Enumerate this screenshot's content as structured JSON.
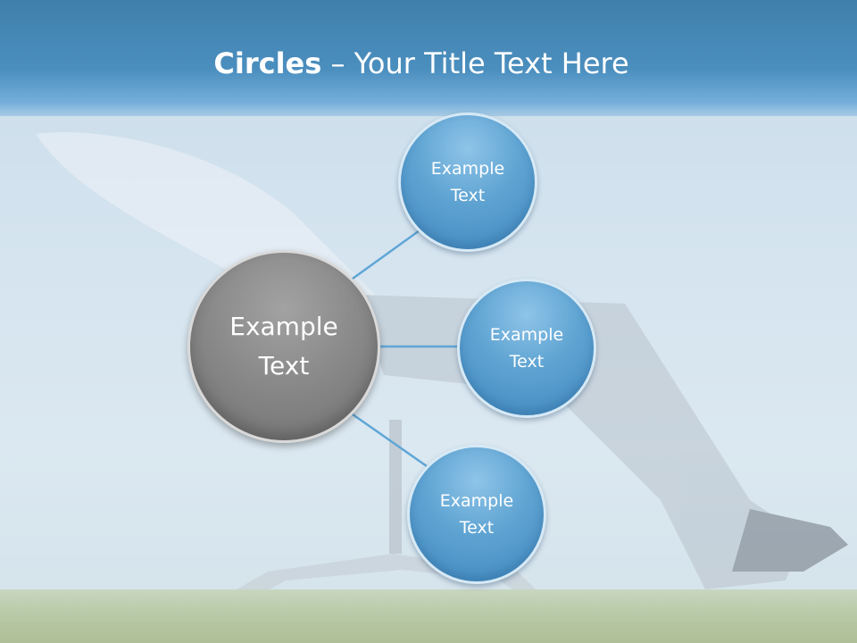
{
  "slide": {
    "title_bold": "Circles",
    "title_rest": " – Your Title Text Here"
  },
  "diagram": {
    "center": {
      "label": "Example\nText",
      "color": "#8a8a8a"
    },
    "nodes": [
      {
        "label": "Example\nText"
      },
      {
        "label": "Example\nText"
      },
      {
        "label": "Example\nText"
      }
    ],
    "accent": "#5ea3d2",
    "connector_color": "#5fa6d6"
  }
}
